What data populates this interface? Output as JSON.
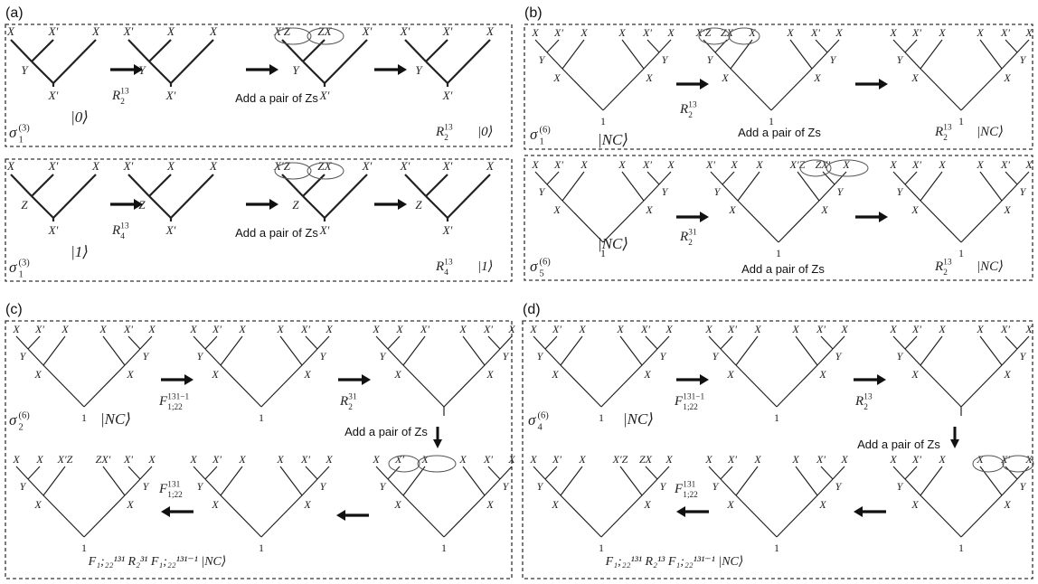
{
  "panels": [
    {
      "id": "a",
      "label": "(a)"
    },
    {
      "id": "b",
      "label": "(b)"
    },
    {
      "id": "c",
      "label": "(c)"
    },
    {
      "id": "d",
      "label": "(d)"
    }
  ],
  "annotations": {
    "add_pair": "Add a pair of Zs",
    "root": "1"
  },
  "sigmas": [
    {
      "base": "σ",
      "sub": "1",
      "sup": "(3)"
    },
    {
      "base": "σ",
      "sub": "1",
      "sup": "(3)"
    },
    {
      "base": "σ",
      "sub": "1",
      "sup": "(6)"
    },
    {
      "base": "σ",
      "sub": "5",
      "sup": "(6)"
    },
    {
      "base": "σ",
      "sub": "2",
      "sup": "(6)"
    },
    {
      "base": "σ",
      "sub": "4",
      "sup": "(6)"
    }
  ],
  "operators": [
    {
      "base": "R",
      "sub": "2",
      "sup": "13"
    },
    {
      "base": "R",
      "sub": "4",
      "sup": "13"
    },
    {
      "base": "R",
      "sub": "2",
      "sup": "13"
    },
    {
      "base": "R",
      "sub": "2",
      "sup": "31"
    },
    {
      "base": "F",
      "sub": "1;22",
      "sup": "131−1"
    },
    {
      "base": "R",
      "sub": "2",
      "sup": "31"
    },
    {
      "base": "F",
      "sub": "1;22",
      "sup": "131"
    },
    {
      "base": "F",
      "sub": "1;22",
      "sup": "131−1"
    },
    {
      "base": "R",
      "sub": "2",
      "sup": "13"
    },
    {
      "base": "F",
      "sub": "1;22",
      "sup": "131"
    }
  ],
  "kets": [
    {
      "text": "|0⟩"
    },
    {
      "text": "|1⟩"
    },
    {
      "text": "|NC⟩"
    },
    {
      "text": "|NC⟩"
    },
    {
      "text": "|NC⟩"
    },
    {
      "text": "|NC⟩"
    }
  ],
  "results": [
    {
      "pre": "R",
      "sub": "2",
      "sup": "13",
      "ket": "|0⟩"
    },
    {
      "pre": "R",
      "sub": "4",
      "sup": "13",
      "ket": "|1⟩"
    },
    {
      "pre": "R",
      "sub": "2",
      "sup": "13",
      "ket": "|NC⟩"
    },
    {
      "pre": "R",
      "sub": "2",
      "sup": "13",
      "ket": "|NC⟩"
    }
  ],
  "long_results": {
    "c": "F₁;₂₂¹³¹ R₂³¹ F₁;₂₂¹³¹⁻¹ |NC⟩",
    "d": "F₁;₂₂¹³¹ R₂¹³ F₁;₂₂¹³¹⁻¹ |NC⟩"
  },
  "trees3": [
    {
      "leaves": [
        "X",
        "X′",
        "X"
      ],
      "inner": "Y",
      "root": "X′"
    },
    {
      "leaves": [
        "X′",
        "X",
        "X"
      ],
      "inner": "Y",
      "root": "X′"
    },
    {
      "leaves": [
        "X′Z",
        "ZX",
        "X′"
      ],
      "inner": "Y",
      "root": "X′"
    },
    {
      "leaves": [
        "X′",
        "X′",
        "X"
      ],
      "inner": "Y",
      "root": "X′"
    },
    {
      "leaves": [
        "X",
        "X′",
        "X"
      ],
      "inner": "Z",
      "root": "X′"
    },
    {
      "leaves": [
        "X′",
        "X",
        "X"
      ],
      "inner": "Z",
      "root": "X′"
    },
    {
      "leaves": [
        "X′Z",
        "ZX",
        "X′"
      ],
      "inner": "Z",
      "root": "X′"
    },
    {
      "leaves": [
        "X′",
        "X′",
        "X"
      ],
      "inner": "Z",
      "root": "X′"
    }
  ],
  "trees6": [
    {
      "leaves": [
        "X",
        "X′",
        "X",
        "X",
        "X′",
        "X"
      ],
      "inner": [
        "Y",
        "X",
        "Y",
        "X"
      ]
    },
    {
      "leaves": [
        "X′Z",
        "ZX",
        "X",
        "X",
        "X′",
        "X"
      ],
      "inner": [
        "Y",
        "X",
        "Y",
        "X"
      ]
    },
    {
      "leaves": [
        "X",
        "X′",
        "X",
        "X",
        "X′",
        "X"
      ],
      "inner": [
        "Y",
        "X",
        "Y",
        "X"
      ]
    },
    {
      "leaves": [
        "X",
        "X′",
        "X",
        "X",
        "X′",
        "X"
      ],
      "inner": [
        "Y",
        "X",
        "Y",
        "X"
      ]
    },
    {
      "leaves": [
        "X′",
        "X",
        "X",
        "X′Z",
        "ZX′",
        "X"
      ],
      "inner": [
        "Y",
        "X",
        "Y",
        "X"
      ]
    },
    {
      "leaves": [
        "X",
        "X′",
        "X",
        "X",
        "X′",
        "X"
      ],
      "inner": [
        "Y",
        "X",
        "Y",
        "X"
      ]
    },
    {
      "leaves": [
        "X",
        "X′",
        "X",
        "X",
        "X′",
        "X"
      ],
      "inner": [
        "Y",
        "X",
        "Y",
        "X"
      ]
    },
    {
      "leaves": [
        "X",
        "X′",
        "X",
        "X",
        "X′",
        "X"
      ],
      "inner": [
        "Y",
        "X",
        "Y",
        "X"
      ]
    },
    {
      "leaves": [
        "X",
        "X",
        "X′",
        "X",
        "X′",
        "X"
      ],
      "inner": [
        "Y",
        "X",
        "Y",
        "X"
      ]
    },
    {
      "leaves": [
        "X",
        "X",
        "X′Z",
        "ZX′",
        "X′",
        "X"
      ],
      "inner": [
        "Y",
        "X",
        "Y",
        "X"
      ]
    },
    {
      "leaves": [
        "X",
        "X′",
        "X",
        "X",
        "X′",
        "X"
      ],
      "inner": [
        "Y",
        "X",
        "Y",
        "X"
      ]
    },
    {
      "leaves": [
        "X",
        "X′",
        "X",
        "X",
        "X′",
        "X"
      ],
      "inner": [
        "Y",
        "X",
        "Y",
        "X"
      ]
    },
    {
      "leaves": [
        "X",
        "X′",
        "X",
        "X",
        "X′",
        "X"
      ],
      "inner": [
        "Y",
        "X",
        "Y",
        "X"
      ]
    },
    {
      "leaves": [
        "X",
        "X′",
        "X",
        "X",
        "X′",
        "X"
      ],
      "inner": [
        "Y",
        "X",
        "Y",
        "X"
      ]
    },
    {
      "leaves": [
        "X",
        "X′",
        "X",
        "X",
        "X′",
        "X"
      ],
      "inner": [
        "Y",
        "X",
        "Y",
        "X"
      ]
    },
    {
      "leaves": [
        "X",
        "X′",
        "X",
        "X′Z",
        "ZX",
        "X"
      ],
      "inner": [
        "Y",
        "X",
        "Y",
        "X"
      ]
    },
    {
      "leaves": [
        "X",
        "X′",
        "X",
        "X",
        "X′",
        "X"
      ],
      "inner": [
        "Y",
        "X",
        "Y",
        "X"
      ]
    },
    {
      "leaves": [
        "X",
        "X′",
        "X",
        "X",
        "X′",
        "X"
      ],
      "inner": [
        "Y",
        "X",
        "Y",
        "X"
      ]
    }
  ]
}
